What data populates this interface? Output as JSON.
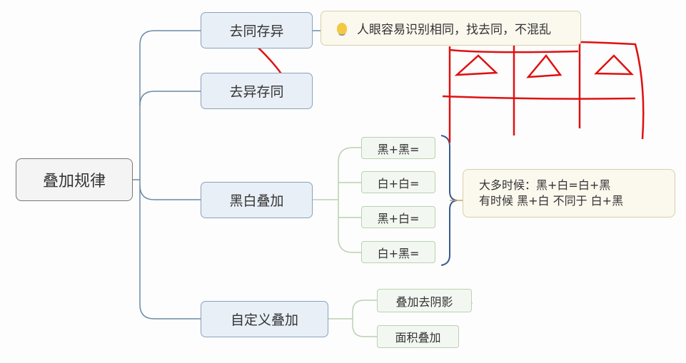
{
  "root": "叠加规律",
  "branches": [
    "去同存异",
    "去异存同",
    "黑白叠加",
    "自定义叠加"
  ],
  "callout": "人眼容易识别相同，找去同，不混乱",
  "bw_children": [
    "黑+黑=",
    "白+白=",
    "黑+白=",
    "白+黑="
  ],
  "summary": {
    "line1": "大多时候：黑+白=白+黑",
    "line2": "有时候 黑+白  不同于  白+黑"
  },
  "custom_children": [
    "叠加去阴影",
    "面积叠加"
  ],
  "colors": {
    "annotation": "#e01010",
    "connector": "#6b8aa5"
  }
}
